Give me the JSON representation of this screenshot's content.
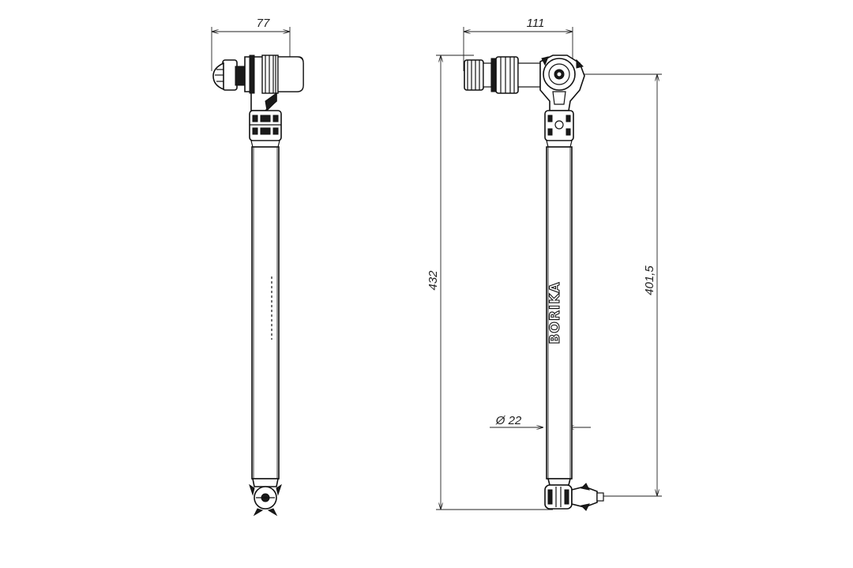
{
  "dimensions": {
    "side_width": "77",
    "front_width": "111",
    "total_height": "432",
    "pivot_height": "401,5",
    "diameter": "Ø 22"
  },
  "brand_text": "BORIKA"
}
